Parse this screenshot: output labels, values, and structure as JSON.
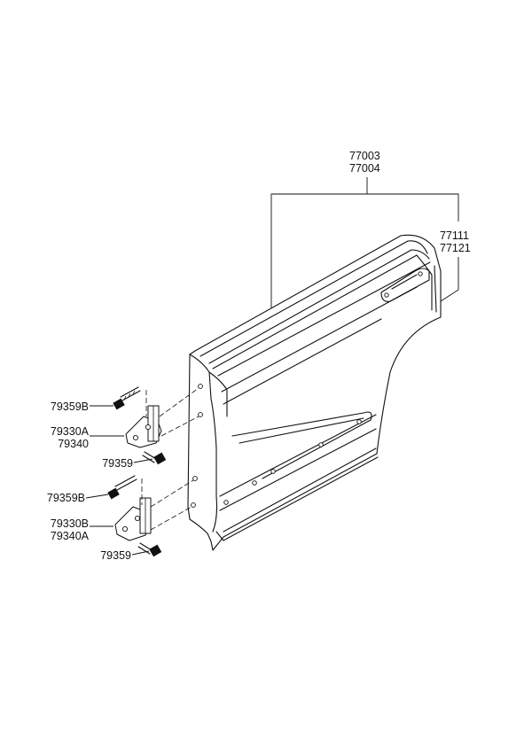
{
  "parts": {
    "door_panel": {
      "line1": "77003",
      "line2": "77004"
    },
    "outer_panel": {
      "line1": "77111",
      "line2": "77121"
    },
    "upper_bolt": "79359B",
    "upper_hinge": {
      "line1": "79330A",
      "line2": "79340"
    },
    "upper_lower_bolt": "79359",
    "lower_bolt": "79359B",
    "lower_hinge": {
      "line1": "79330B",
      "line2": "79340A"
    },
    "lower_lower_bolt": "79359"
  }
}
